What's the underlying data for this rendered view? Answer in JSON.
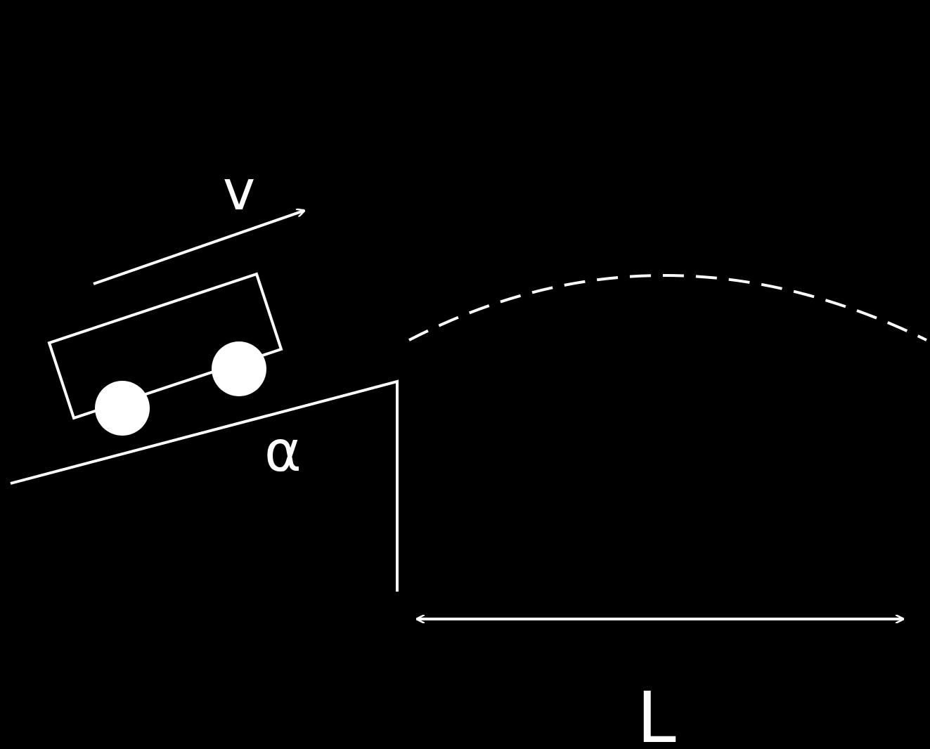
{
  "labels": {
    "velocity": "v",
    "angle": "α",
    "distance": "L"
  },
  "colors": {
    "background": "#000000",
    "stroke": "#ffffff"
  }
}
